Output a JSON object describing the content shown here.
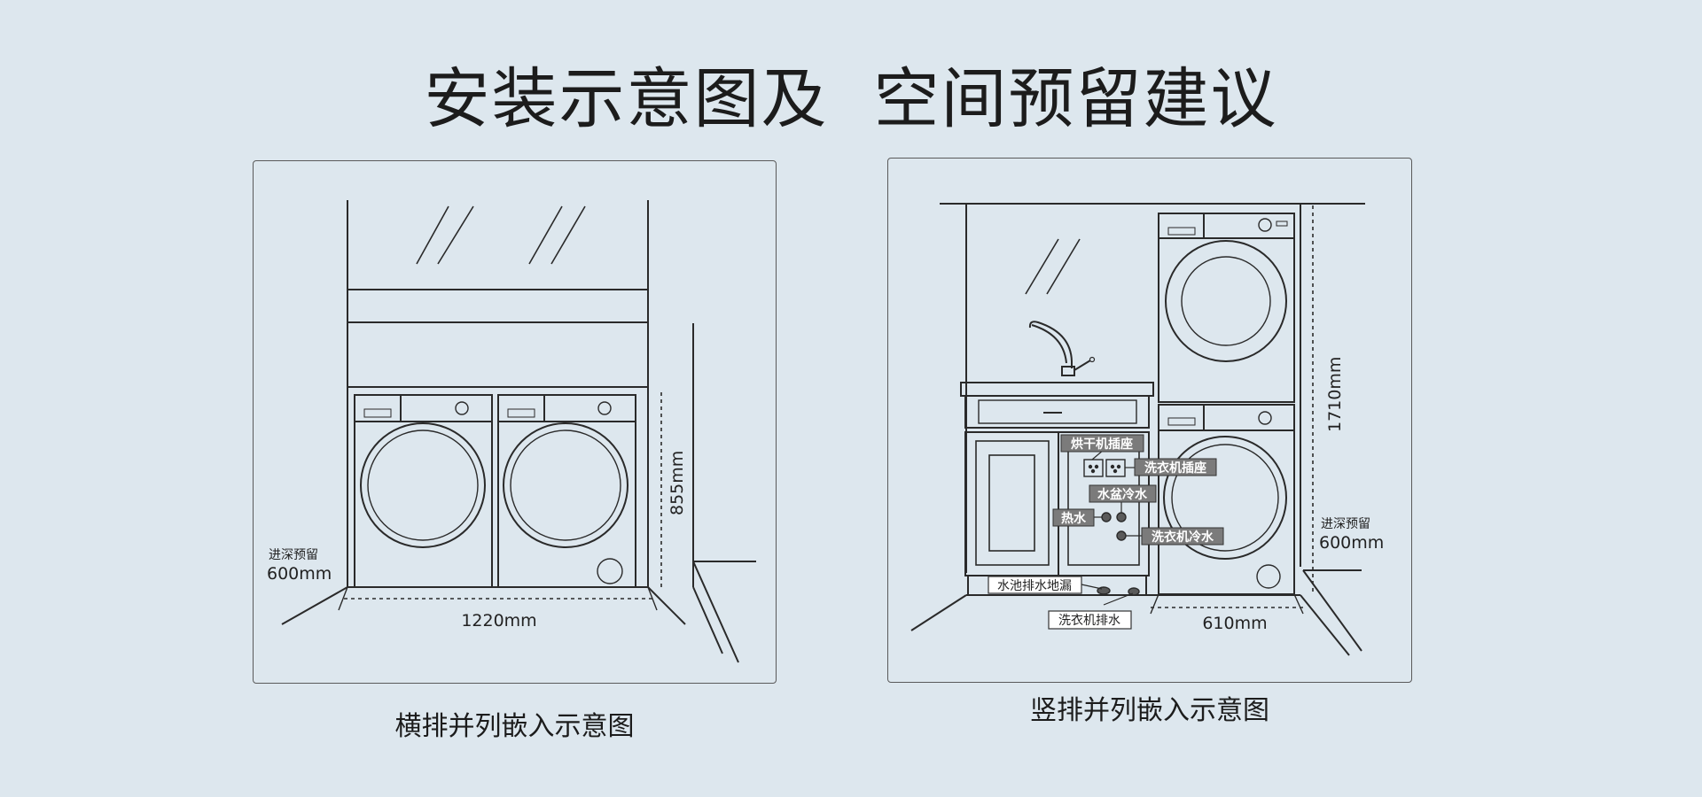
{
  "title": "安装示意图及  空间预留建议",
  "left_panel": {
    "caption": "横排并列嵌入示意图",
    "depth_label_line1": "进深预留",
    "depth_label_line2": "600mm",
    "height_dim": "855mm",
    "width_dim": "1220mm"
  },
  "right_panel": {
    "caption": "竖排并列嵌入示意图",
    "height_dim": "1710mm",
    "depth_label_line1": "进深预留",
    "depth_label_line2": "600mm",
    "width_dim": "610mm",
    "labels": {
      "dryer_socket": "烘干机插座",
      "washer_socket": "洗衣机插座",
      "basin_cold": "水盆冷水",
      "hot_water": "热水",
      "washer_cold": "洗衣机冷水",
      "sink_drain": "水池排水地漏",
      "washer_drain": "洗衣机排水"
    }
  },
  "colors": {
    "background": "#dde7ee",
    "line": "#2a2a2a",
    "label_fill": "#7b7b7b"
  }
}
